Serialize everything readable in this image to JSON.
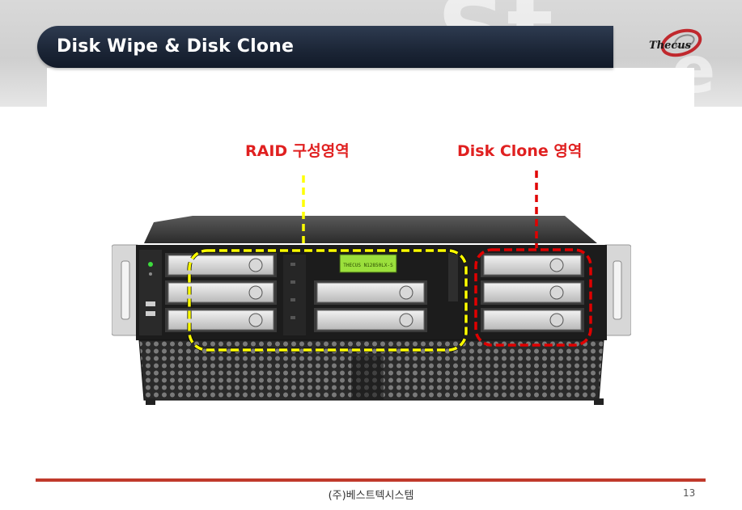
{
  "header": {
    "title": "Disk Wipe & Disk Clone",
    "logo_text": "Thecus"
  },
  "labels": {
    "raid": "RAID 구성영역",
    "clone": "Disk Clone 영역"
  },
  "device": {
    "lcd_text": "THECUS N12850LX-S"
  },
  "colors": {
    "raid_highlight": "#ffff00",
    "clone_highlight": "#e00000",
    "label_color": "#e02020",
    "footer_line": "#c0392b"
  },
  "footer": {
    "company": "(주)베스트텍시스템",
    "page_number": "13"
  }
}
